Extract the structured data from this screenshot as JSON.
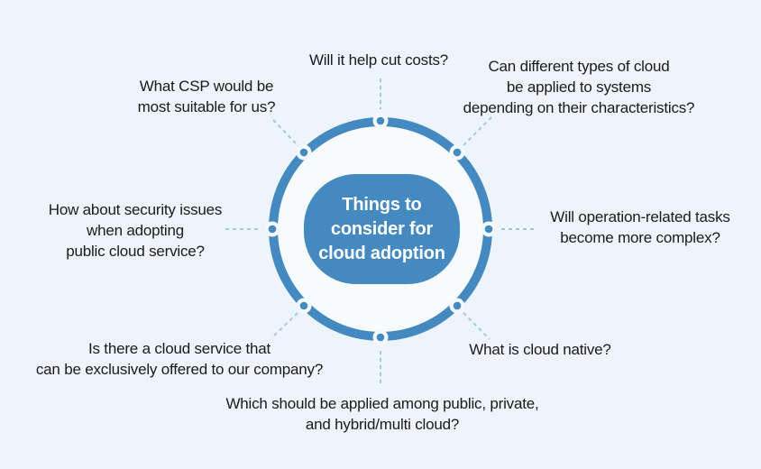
{
  "colors": {
    "background": "#edf4fb",
    "inner_disc": "#f8fbfe",
    "node_gap": "#f2f8fd",
    "primary": "#4489bf",
    "dash": "#a3c8e2",
    "text": "#1b1b1b",
    "badge_text": "#ffffff"
  },
  "center": {
    "title": "Things to\nconsider for\ncloud adoption"
  },
  "questions": [
    {
      "position": "top",
      "label": "Will it help cut costs?"
    },
    {
      "position": "top-right",
      "label": "Can different types of cloud\nbe applied to systems\ndepending on their characteristics?"
    },
    {
      "position": "right",
      "label": "Will operation-related tasks\nbecome more complex?"
    },
    {
      "position": "bottom-right",
      "label": "What is cloud native?"
    },
    {
      "position": "bottom",
      "label": "Which should be applied among public, private,\nand hybrid/multi cloud?"
    },
    {
      "position": "bottom-left",
      "label": "Is there a cloud service that\ncan be exclusively offered to our company?"
    },
    {
      "position": "left",
      "label": "How about security issues\nwhen adopting\npublic cloud service?"
    },
    {
      "position": "top-left",
      "label": "What CSP would be\nmost suitable for us?"
    }
  ]
}
